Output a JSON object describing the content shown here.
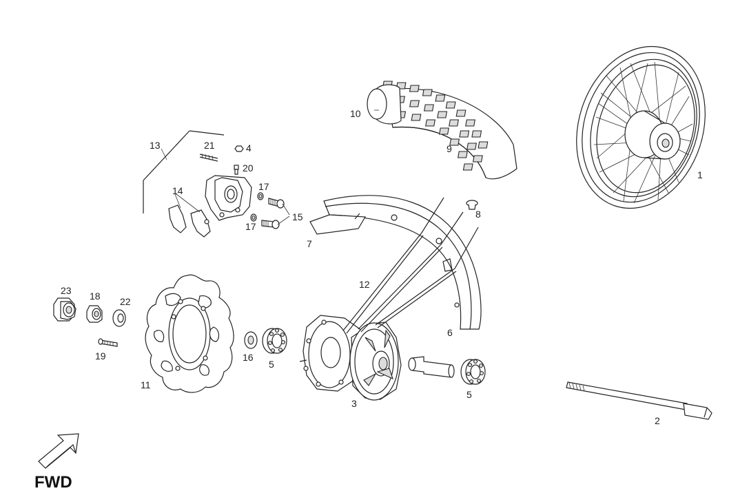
{
  "diagram": {
    "direction_label": "FWD",
    "callouts": {
      "wheel": "1",
      "axle": "2",
      "hub": "3",
      "nut": "4",
      "bearing_left": "5",
      "bearing_right": "5",
      "fender": "6",
      "fender_bracket": "7",
      "fender_screw": "8",
      "tyre": "9",
      "inner_tube": "10",
      "brake_disc": "11",
      "spokes": "12",
      "caliper": "13",
      "brake_pads": "14",
      "caliper_bolts": "15",
      "spacer": "16",
      "washer_top": "17",
      "washer_bottom": "17",
      "axle_nut": "18",
      "disc_screw": "19",
      "bleed_screw": "20",
      "pad_pin": "21",
      "washer": "22",
      "flange_nut": "23"
    }
  }
}
